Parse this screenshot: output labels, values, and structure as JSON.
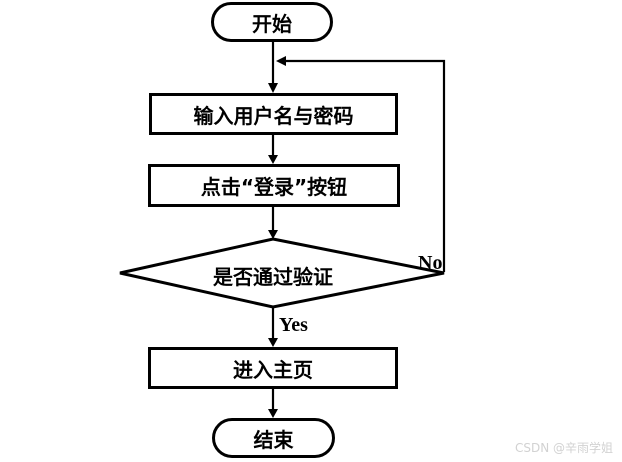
{
  "flowchart": {
    "nodes": {
      "start": {
        "label": "开始",
        "shape": "stadium"
      },
      "input_credentials": {
        "label": "输入用户名与密码",
        "shape": "process"
      },
      "click_login": {
        "label": "点击“登录”按钮",
        "shape": "process"
      },
      "verify_decision": {
        "label": "是否通过验证",
        "shape": "decision"
      },
      "enter_homepage": {
        "label": "进入主页",
        "shape": "process"
      },
      "end": {
        "label": "结束",
        "shape": "stadium"
      }
    },
    "edges": [
      {
        "from": "start",
        "to": "input_credentials",
        "label": ""
      },
      {
        "from": "input_credentials",
        "to": "click_login",
        "label": ""
      },
      {
        "from": "click_login",
        "to": "verify_decision",
        "label": ""
      },
      {
        "from": "verify_decision",
        "to": "enter_homepage",
        "label": "Yes"
      },
      {
        "from": "verify_decision",
        "to": "input_credentials",
        "label": "No",
        "type": "loop-back"
      },
      {
        "from": "enter_homepage",
        "to": "end",
        "label": ""
      }
    ],
    "edge_labels": {
      "yes": "Yes",
      "no": "No"
    },
    "colors": {
      "stroke": "#000000",
      "fill": "#ffffff",
      "watermark_text": "#d2d2d2"
    }
  },
  "watermark": {
    "text": "CSDN @辛雨学姐"
  }
}
